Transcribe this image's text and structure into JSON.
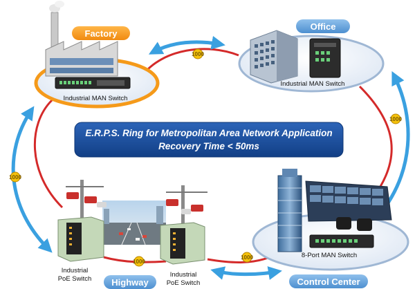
{
  "banner": {
    "line1": "E.R.P.S. Ring for Metropolitan Area Network Application",
    "line2": "Recovery Time < 50ms"
  },
  "sites": {
    "factory": {
      "label": "Factory",
      "device": "Industrial MAN Switch"
    },
    "office": {
      "label": "Office",
      "device": "Industrial MAN Switch"
    },
    "highway": {
      "label": "Highway",
      "device_left_line1": "Industrial",
      "device_left_line2": "PoE Switch",
      "device_right_line1": "Industrial",
      "device_right_line2": "PoE Switch"
    },
    "control_center": {
      "label": "Control Center",
      "device": "8-Port MAN Switch"
    }
  },
  "ring": {
    "link_label": "1000",
    "ring_color": "#d42a2a",
    "arrow_color": "#3aa0e0",
    "factory_color": "#f59a1a",
    "site_pill_color": "#6aa6dc",
    "banner_color": "#1c4f9c"
  }
}
